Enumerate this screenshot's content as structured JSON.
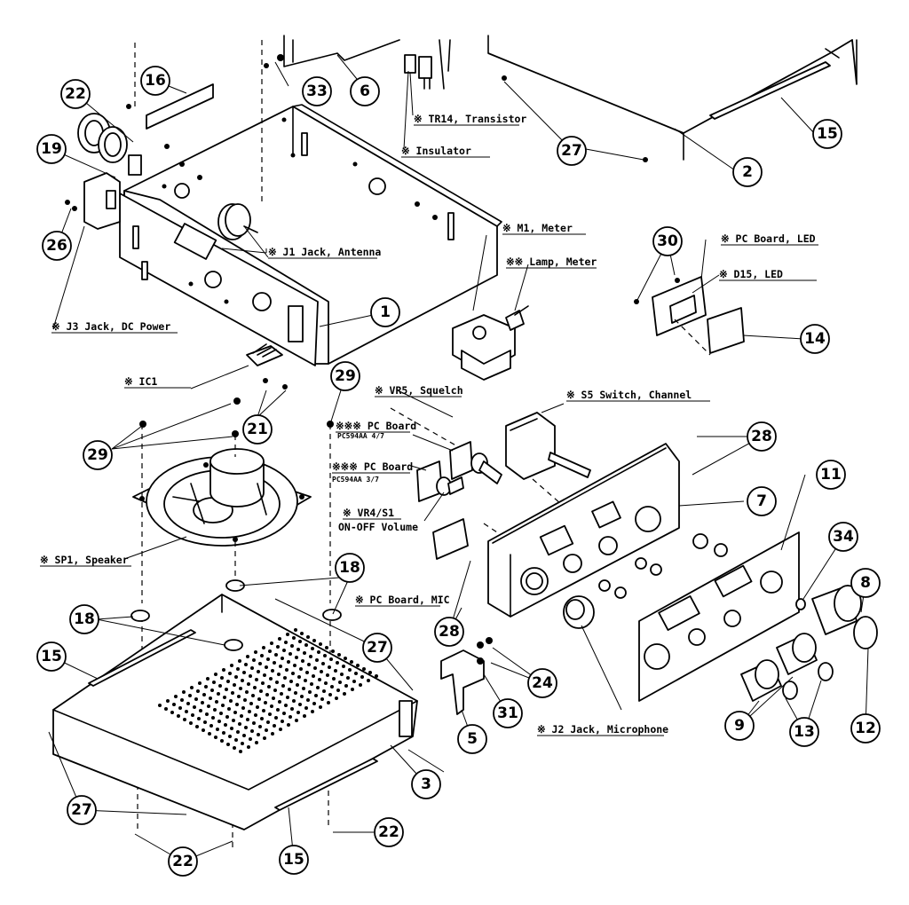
{
  "callouts": [
    "1",
    "2",
    "3",
    "5",
    "6",
    "7",
    "8",
    "9",
    "11",
    "12",
    "13",
    "14",
    "15",
    "16",
    "18",
    "19",
    "21",
    "22",
    "24",
    "26",
    "27",
    "28",
    "29",
    "30",
    "31",
    "33",
    "34"
  ],
  "labels": {
    "tr14": "※ TR14, Transistor",
    "insulator": "※ Insulator",
    "m1": "※ M1, Meter",
    "lamp": "※※ Lamp, Meter",
    "j1": "※ J1 Jack, Antenna",
    "pcb_led": "※ PC Board, LED",
    "d15": "※ D15, LED",
    "j3": "※ J3 Jack, DC Power",
    "ic1": "※ IC1",
    "vr5": "※ VR5, Squelch",
    "s5": "※ S5 Switch, Channel",
    "pcb1": "※※※ PC Board",
    "pcb1_sub": "PC594AA 4/7",
    "pcb2": "※※※ PC Board",
    "pcb2_sub": "PC594AA 3/7",
    "vr4": "※ VR4/S1",
    "vr4_sub": "ON-OFF Volume",
    "sp1": "※ SP1, Speaker",
    "pcb_mic": "※ PC Board, MIC",
    "j2": "※ J2 Jack, Microphone"
  }
}
